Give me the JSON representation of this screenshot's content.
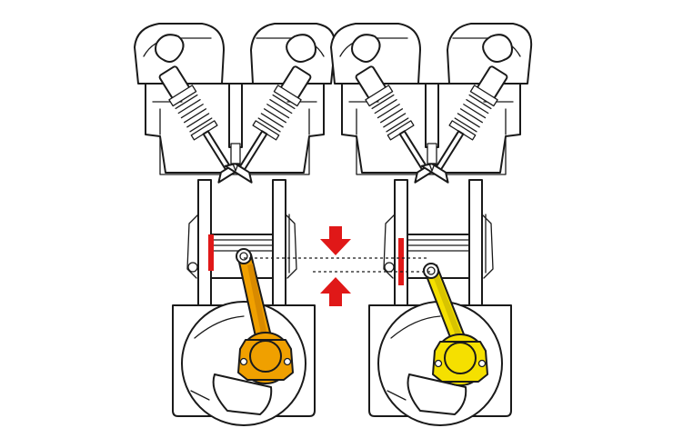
{
  "diagram": {
    "type": "engine-cylinder-comparison",
    "cylinders": [
      {
        "id": "left",
        "rod_color": "#f0a000",
        "rod_shade": "#d88a00",
        "ring_color": "#e01818"
      },
      {
        "id": "right",
        "rod_color": "#f5e000",
        "rod_shade": "#d8c400",
        "ring_color": "#e01818"
      }
    ],
    "arrow_color": "#e01818",
    "arrows": [
      "down",
      "up"
    ],
    "guide_lines": "dashed"
  }
}
